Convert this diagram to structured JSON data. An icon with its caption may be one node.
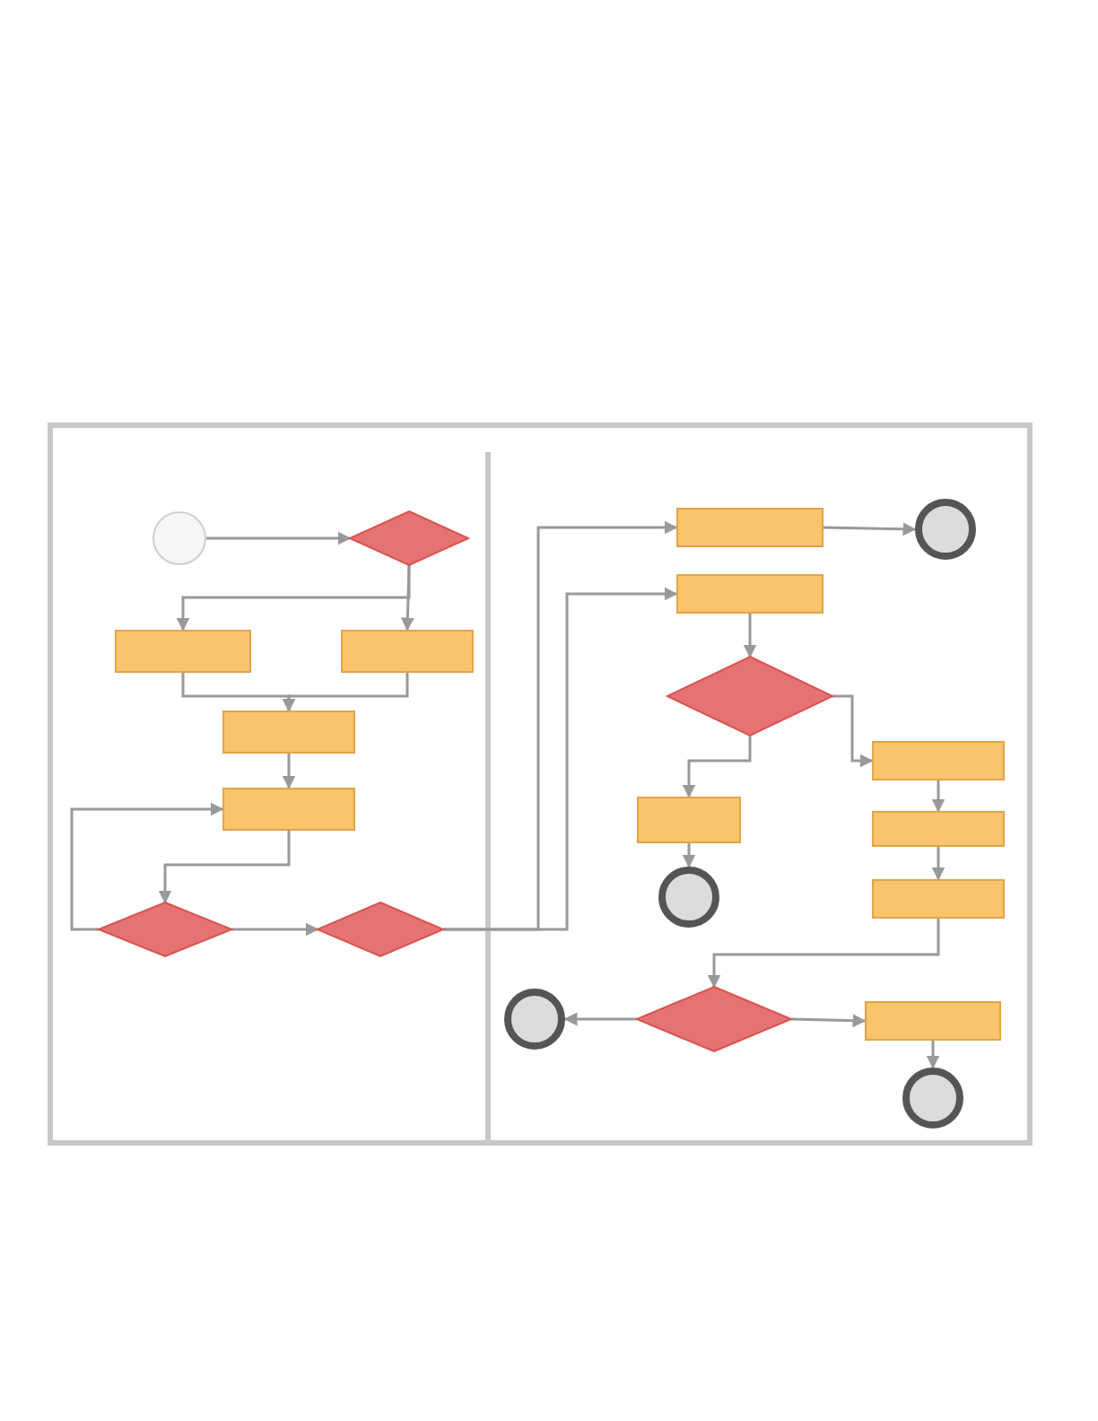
{
  "diagram": {
    "nodes": [
      {
        "text": [],
        "shape": "circle"
      },
      {
        "text": [],
        "shape": "diamond"
      },
      {
        "text": [],
        "shape": "box"
      },
      {
        "text": [],
        "shape": "box"
      },
      {
        "text": [],
        "shape": "box"
      },
      {
        "text": [],
        "shape": "box"
      },
      {
        "text": [],
        "shape": "diamond"
      },
      {
        "text": [],
        "shape": "diamond"
      },
      {
        "text": [],
        "shape": "box"
      },
      {
        "text": [],
        "shape": "circle"
      },
      {
        "text": [],
        "shape": "box"
      },
      {
        "text": [],
        "shape": "diamond"
      },
      {
        "text": [],
        "shape": "box"
      },
      {
        "text": [],
        "shape": "box"
      },
      {
        "text": [],
        "shape": "circle"
      },
      {
        "text": [],
        "shape": "box"
      },
      {
        "text": [],
        "shape": "box"
      },
      {
        "text": [],
        "shape": "circle"
      },
      {
        "text": [],
        "shape": "diamond"
      },
      {
        "text": [],
        "shape": "box"
      },
      {
        "text": [],
        "shape": "circle"
      }
    ],
    "edges": [
      {
        "from": 0,
        "to": 1,
        "arrow": "to"
      },
      {
        "from": 1,
        "to": 3,
        "arrow": "to"
      },
      {
        "from": 1,
        "to": 2,
        "arrow": "to"
      },
      {
        "from": 2,
        "to": 4,
        "arrow": "to"
      },
      {
        "from": 3,
        "to": 4,
        "arrow": "to"
      },
      {
        "from": 4,
        "to": 5,
        "arrow": "to"
      },
      {
        "from": 5,
        "to": 6,
        "arrow": "to"
      },
      {
        "from": 6,
        "to": 5,
        "arrow": "to"
      },
      {
        "from": 6,
        "to": 7,
        "arrow": "to"
      },
      {
        "from": 7,
        "to": 8,
        "arrow": "to"
      },
      {
        "from": 7,
        "to": 10,
        "arrow": "to"
      },
      {
        "from": 8,
        "to": 9,
        "arrow": "to"
      },
      {
        "from": 10,
        "to": 11,
        "arrow": "to"
      },
      {
        "from": 11,
        "to": 13,
        "arrow": "to"
      },
      {
        "from": 11,
        "to": 12,
        "arrow": "to"
      },
      {
        "from": 12,
        "to": 15,
        "arrow": "to"
      },
      {
        "from": 15,
        "to": 16,
        "arrow": "to"
      },
      {
        "from": 16,
        "to": 18,
        "arrow": "to"
      },
      {
        "from": 13,
        "to": 14,
        "arrow": "to"
      },
      {
        "from": 18,
        "to": 17,
        "arrow": "to"
      },
      {
        "from": 18,
        "to": 19,
        "arrow": "to"
      },
      {
        "from": 19,
        "to": 20,
        "arrow": "to"
      }
    ]
  }
}
